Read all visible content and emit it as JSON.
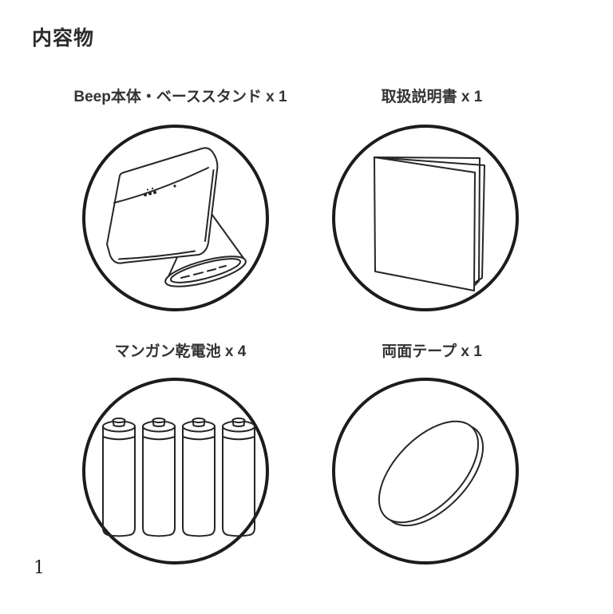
{
  "page": {
    "heading": "内容物",
    "page_number": "1",
    "colors": {
      "background": "#ffffff",
      "line_art": "#262626",
      "circle_border": "#1c1c1c",
      "heading_text": "#2b2b2b",
      "label_text": "#333333"
    }
  },
  "items": [
    {
      "name": "Beep本体・ベーススタンド",
      "quantity": "x 1",
      "label": "Beep本体・ベーススタンド x 1",
      "icon": "beep-device-with-base-stand-icon"
    },
    {
      "name": "取扱説明書",
      "quantity": "x 1",
      "label": "取扱説明書 x 1",
      "icon": "instruction-manual-booklet-icon"
    },
    {
      "name": "マンガン乾電池",
      "quantity": "x 4",
      "label": "マンガン乾電池 x 4",
      "icon": "manganese-dry-batteries-icon"
    },
    {
      "name": "両面テープ",
      "quantity": "x 1",
      "label": "両面テープ x 1",
      "icon": "double-sided-tape-disc-icon"
    }
  ]
}
